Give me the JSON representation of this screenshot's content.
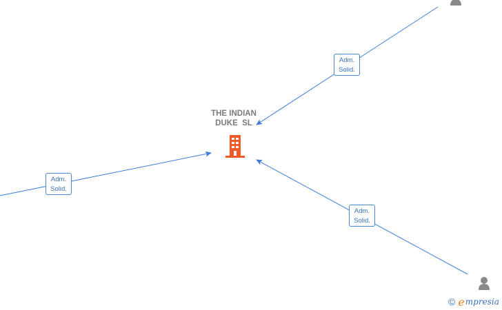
{
  "company": {
    "name_line1": "THE INDIAN",
    "name_line2": "DUKE  SL",
    "icon": "building-icon",
    "icon_color": "#f05a28"
  },
  "relations": [
    {
      "label_line1": "Adm.",
      "label_line2": "Solid."
    },
    {
      "label_line1": "Adm.",
      "label_line2": "Solid."
    },
    {
      "label_line1": "Adm.",
      "label_line2": "Solid."
    }
  ],
  "people": [
    {
      "icon": "person-icon"
    },
    {
      "icon": "person-icon"
    }
  ],
  "brand": {
    "copyright": "©",
    "initial": "e",
    "rest": "mpresia"
  },
  "colors": {
    "edge": "#3c7dd8",
    "label": "#3a6fb5",
    "person": "#8a8a8a"
  }
}
